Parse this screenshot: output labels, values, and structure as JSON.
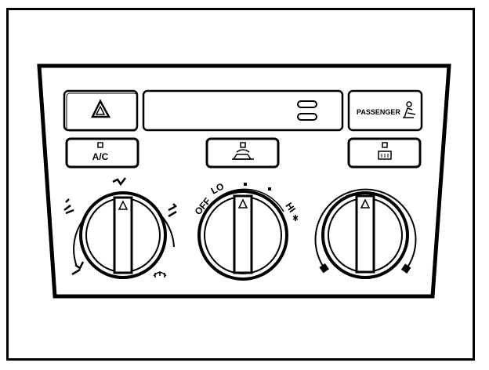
{
  "buttons": {
    "hazard": {
      "icon": "hazard-triangle-icon"
    },
    "passenger": {
      "label": "PASSENGER",
      "icon": "airbag-seat-icon"
    },
    "ac": {
      "label": "A/C",
      "indicator": "indicator-light"
    },
    "recirc": {
      "icon": "recirculation-car-icon",
      "indicator": "indicator-light"
    },
    "rear_defrost": {
      "icon": "rear-defrost-icon",
      "indicator": "indicator-light"
    }
  },
  "knobs": {
    "mode": {
      "icons": [
        "vent-face-icon",
        "bilevel-icon",
        "floor-defrost-icon",
        "floor-icon",
        "defrost-icon"
      ]
    },
    "fan": {
      "off_label": "OFF",
      "lo_label": "LO",
      "hi_label": "HI"
    },
    "temperature": {
      "cold_color": "#000000",
      "hot_color": "#000000"
    }
  },
  "colors": {
    "line": "#000000",
    "background": "#ffffff"
  }
}
